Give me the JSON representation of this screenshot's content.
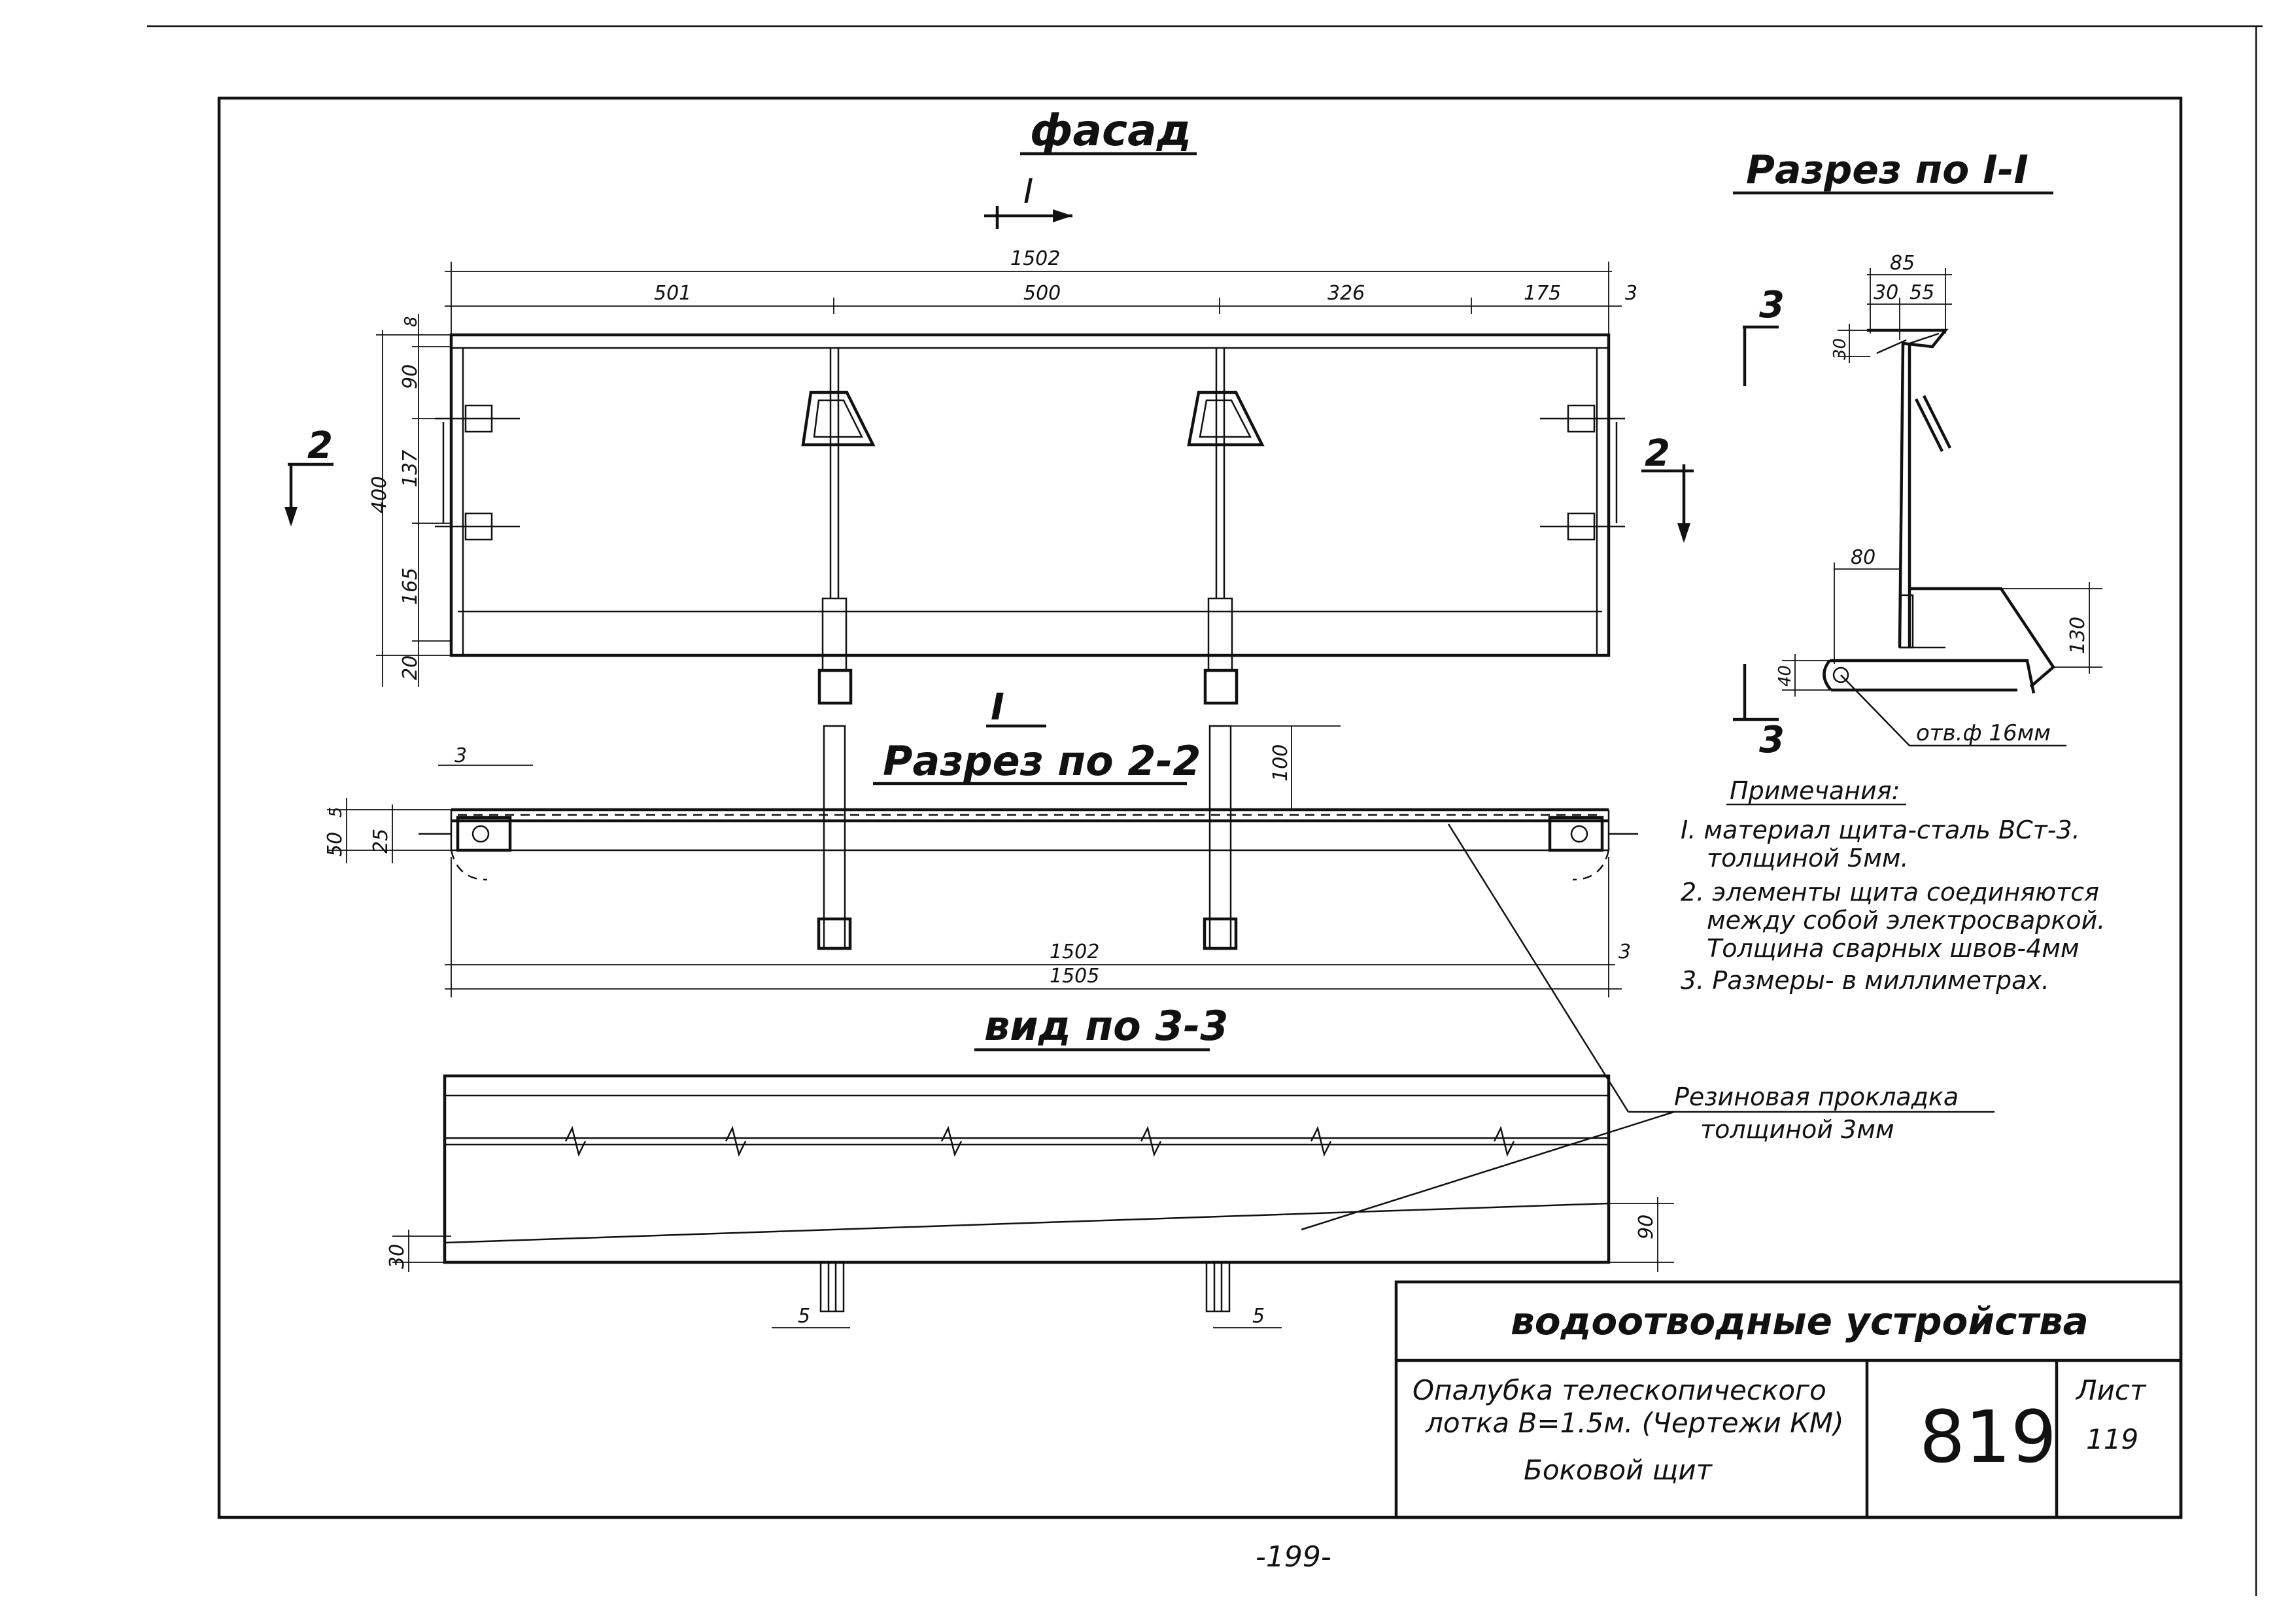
{
  "titles": {
    "facade": "фасад",
    "section_1_1": "Разрез по I-I",
    "section_2_2": "Разрез по 2-2",
    "view_3_3": "вид по 3-3"
  },
  "section_marks": {
    "one": "I",
    "two": "2",
    "three": "3"
  },
  "facade_dims": {
    "total": "1502",
    "seg1": "501",
    "seg2": "500",
    "seg3": "326",
    "seg4": "175",
    "edge": "3",
    "height": "400",
    "v8": "8",
    "v90": "90",
    "v137": "137",
    "v165": "165",
    "v20": "20"
  },
  "section22_dims": {
    "d3": "3",
    "d5": "5",
    "d50": "50",
    "d25": "25",
    "d100": "100",
    "len1502": "1502",
    "len1505": "1505",
    "edge3": "3"
  },
  "section11_dims": {
    "d85": "85",
    "d30a": "30",
    "d55": "55",
    "d30b": "30",
    "d80": "80",
    "d130": "130",
    "d40": "40",
    "hole": "отв.ф 16мм"
  },
  "view33_dims": {
    "d30": "30",
    "d90": "90",
    "d5a": "5",
    "d5b": "5"
  },
  "rubber_label": {
    "line1": "Резиновая прокладка",
    "line2": "толщиной 3мм"
  },
  "notes": {
    "heading": "Примечания:",
    "items": [
      "I. материал щита-сталь ВСт-3.",
      "толщиной 5мм.",
      "2. элементы щита соединяются",
      "между собой электросваркой.",
      "Толщина сварных швов-4мм",
      "3. Размеры- в миллиметрах."
    ]
  },
  "title_block": {
    "header": "водоотводные устройства",
    "desc_line1": "Опалубка телескопического",
    "desc_line2": "лотка В=1.5м. (Чертежи КМ)",
    "desc_line3": "Боковой щит",
    "number": "819",
    "sheet_label": "Лист",
    "sheet_num": "119"
  },
  "page_number": "-199-"
}
